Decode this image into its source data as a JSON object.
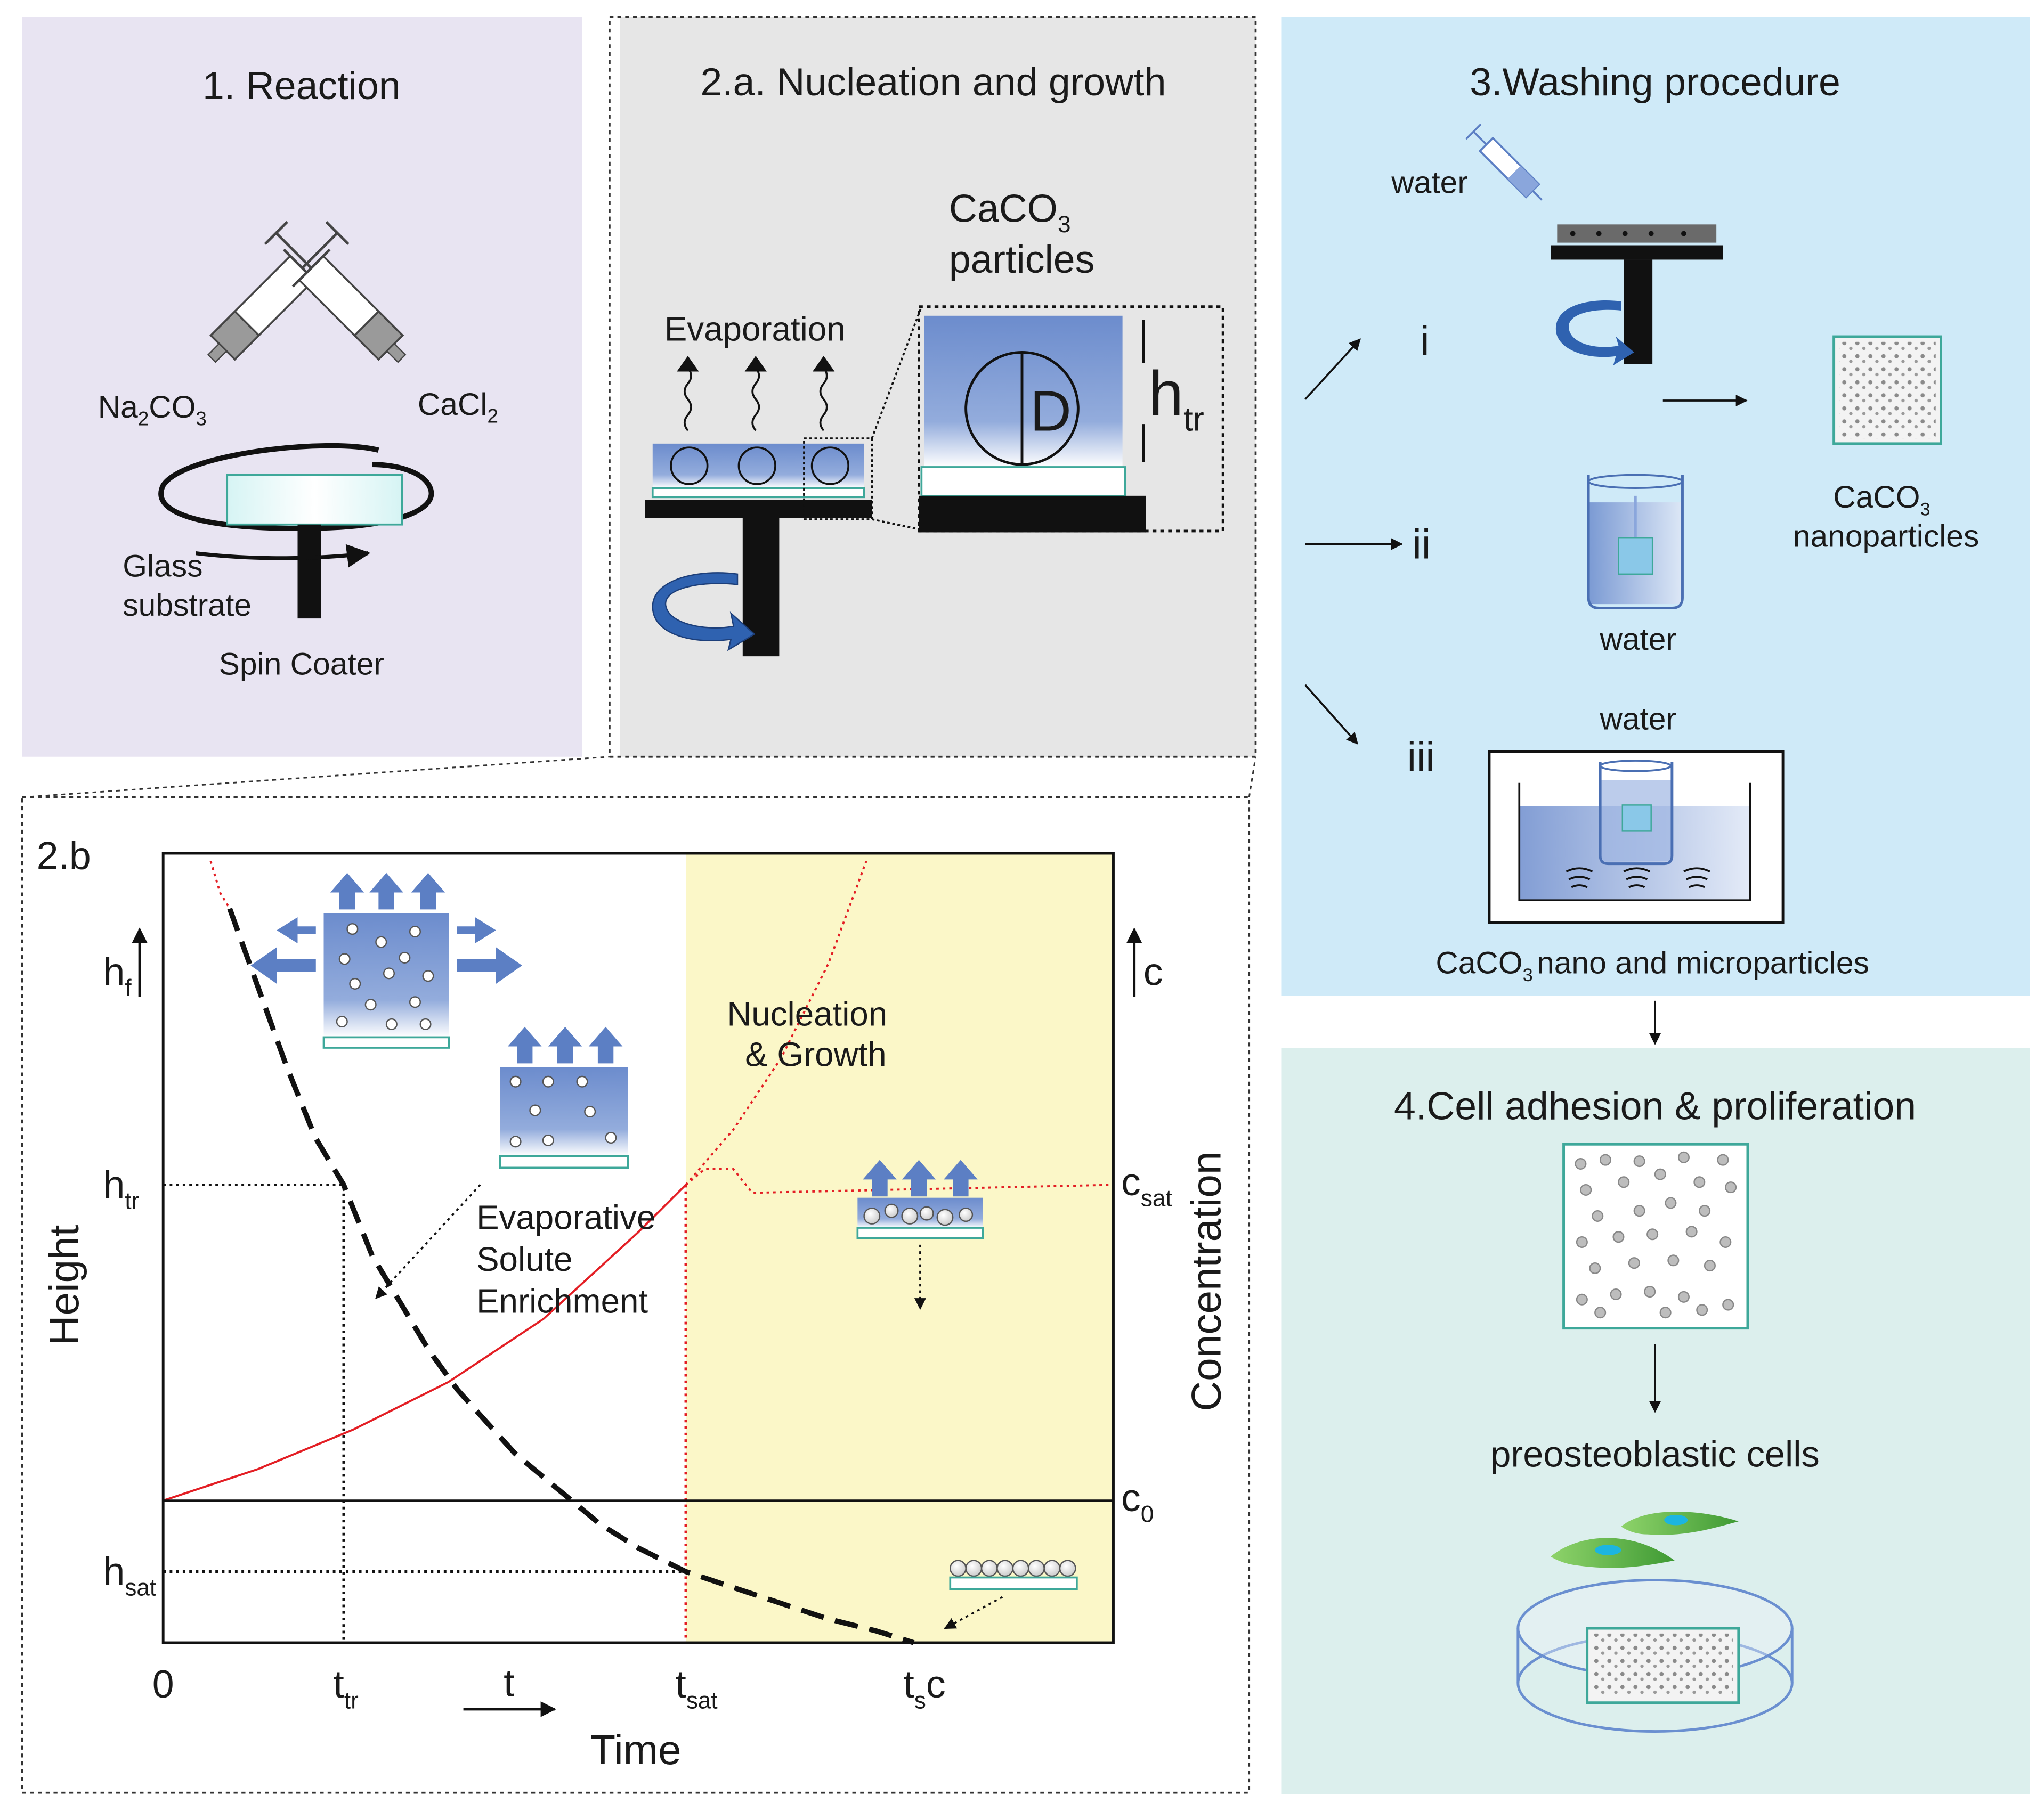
{
  "panel1": {
    "title": "1. Reaction",
    "reagent_left": "Na",
    "reagent_left_sub1": "2",
    "reagent_left_mid": "CO",
    "reagent_left_sub2": "3",
    "reagent_right": "CaCl",
    "reagent_right_sub": "2",
    "substrate_line1": "Glass",
    "substrate_line2": "substrate",
    "device": "Spin Coater"
  },
  "panel2a": {
    "title": "2.a. Nucleation and growth",
    "particles_line1": "CaCO",
    "particles_line1_sub": "3",
    "particles_line2": "particles",
    "evaporation": "Evaporation",
    "diameter": "D",
    "height": "h",
    "height_sub": "tr"
  },
  "panel3": {
    "title": "3.Washing procedure",
    "water_syringe": "water",
    "step_i": "i",
    "step_ii": "ii",
    "step_iii": "iii",
    "water_beaker": "water",
    "water_bath": "water",
    "result_line1": "CaCO",
    "result_line1_sub": "3",
    "result_line2": "nanoparticles",
    "bath_caption_a": "CaCO",
    "bath_caption_sub": "3",
    "bath_caption_b": "nano and microparticles"
  },
  "panel4": {
    "title": "4.Cell adhesion & proliferation",
    "cells": "preosteoblastic cells"
  },
  "panel2b": {
    "label": "2.b",
    "phase_line1": "Nucleation",
    "phase_line2": "& Growth",
    "enrich_line1": "Evaporative",
    "enrich_line2": "Solute",
    "enrich_line3": "Enrichment"
  },
  "chart_data": {
    "type": "line",
    "title": "",
    "xlabel": "Time",
    "ylabel_left": "Height",
    "ylabel_right": "Concentration",
    "t_arrow_label": "t",
    "left_axis_marker": "h",
    "left_axis_marker_sub": "f",
    "right_axis_marker": "c",
    "x_ticks": [
      {
        "label": "0",
        "sub": "",
        "t": 0.0
      },
      {
        "label": "t",
        "sub": "tr",
        "t": 0.19
      },
      {
        "label": "t",
        "sub": "sat",
        "t": 0.55
      },
      {
        "label": "t",
        "sub": "s",
        "suffix": "c",
        "t": 0.79
      }
    ],
    "left_ticks": [
      {
        "label": "h",
        "sub": "tr",
        "value": 0.58
      },
      {
        "label": "h",
        "sub": "sat",
        "value": 0.09
      }
    ],
    "right_ticks": [
      {
        "label": "c",
        "sub": "sat",
        "value": 0.58
      },
      {
        "label": "c",
        "sub": "0",
        "value": 0.18
      }
    ],
    "xlim": [
      0,
      1
    ],
    "ylim": [
      0,
      1
    ],
    "series": [
      {
        "type": "dashed",
        "color": "#111111",
        "points": [
          [
            0.07,
            0.93
          ],
          [
            0.1,
            0.83
          ],
          [
            0.13,
            0.73
          ],
          [
            0.16,
            0.64
          ],
          [
            0.19,
            0.58
          ],
          [
            0.22,
            0.49
          ],
          [
            0.25,
            0.43
          ],
          [
            0.28,
            0.37
          ],
          [
            0.31,
            0.32
          ],
          [
            0.34,
            0.28
          ],
          [
            0.37,
            0.24
          ],
          [
            0.4,
            0.21
          ],
          [
            0.43,
            0.18
          ],
          [
            0.46,
            0.15
          ],
          [
            0.5,
            0.12
          ],
          [
            0.55,
            0.09
          ],
          [
            0.6,
            0.07
          ],
          [
            0.65,
            0.05
          ],
          [
            0.7,
            0.03
          ],
          [
            0.75,
            0.015
          ],
          [
            0.79,
            0.0
          ]
        ]
      },
      {
        "type": "solid",
        "color": "#e31e24",
        "points": [
          [
            0.0,
            0.18
          ],
          [
            0.1,
            0.22
          ],
          [
            0.2,
            0.27
          ],
          [
            0.3,
            0.33
          ],
          [
            0.4,
            0.41
          ],
          [
            0.5,
            0.52
          ],
          [
            0.55,
            0.58
          ]
        ]
      },
      {
        "type": "dotted",
        "color": "#e31e24",
        "points": [
          [
            0.55,
            0.58
          ],
          [
            0.6,
            0.65
          ],
          [
            0.65,
            0.74
          ],
          [
            0.7,
            0.86
          ],
          [
            0.74,
            0.99
          ]
        ]
      },
      {
        "type": "dotted",
        "color": "#e31e24",
        "points": [
          [
            0.05,
            0.99
          ],
          [
            0.06,
            0.95
          ],
          [
            0.07,
            0.93
          ]
        ]
      },
      {
        "type": "dotted",
        "color": "#e31e24",
        "points": [
          [
            0.55,
            0.58
          ],
          [
            0.57,
            0.6
          ],
          [
            0.6,
            0.6
          ],
          [
            0.62,
            0.57
          ],
          [
            1.0,
            0.58
          ]
        ]
      },
      {
        "type": "solid",
        "color": "#111111",
        "points": [
          [
            0.0,
            0.18
          ],
          [
            1.0,
            0.18
          ]
        ]
      }
    ],
    "guides": [
      {
        "type": "dotted",
        "color": "#111111",
        "points": [
          [
            0.0,
            0.58
          ],
          [
            0.19,
            0.58
          ],
          [
            0.19,
            0.0
          ]
        ]
      },
      {
        "type": "dotted",
        "color": "#111111",
        "points": [
          [
            0.0,
            0.09
          ],
          [
            0.55,
            0.09
          ]
        ]
      },
      {
        "type": "dotted",
        "color": "#e31e24",
        "points": [
          [
            0.55,
            0.58
          ],
          [
            0.55,
            0.0
          ]
        ]
      }
    ],
    "shaded_region": {
      "x_from": 0.55,
      "x_to": 1.0,
      "color": "#fbf7c8"
    },
    "grid": false
  },
  "colors": {
    "panel1_bg": "#e8e4f2",
    "panel2a_bg": "#e6e6e6",
    "panel3_bg": "#cfeaf8",
    "panel4_bg": "#dcefed",
    "nucleation_bg": "#fbf7c8",
    "arrow_blue": "#5c7fc4",
    "liquid_blue": "#6f8fcf",
    "substrate": "#3ea89a",
    "red_curve": "#e31e24",
    "cell_green": "#63b746",
    "cell_nucleus": "#1cb5e0"
  }
}
